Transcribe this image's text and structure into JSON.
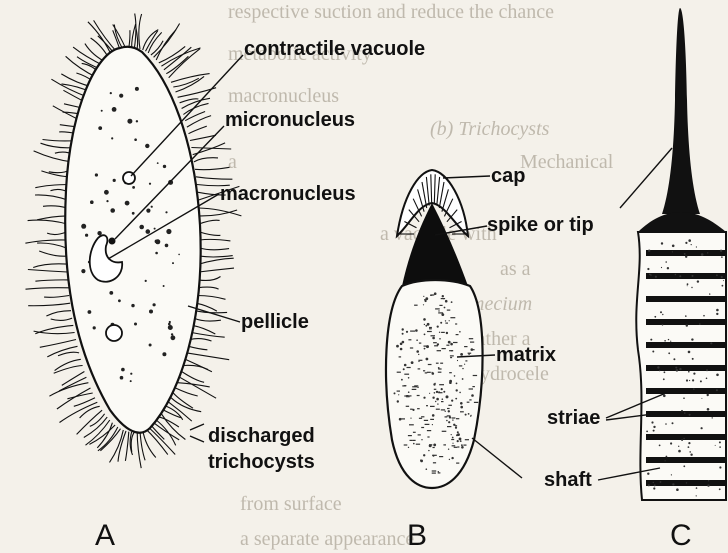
{
  "figure": {
    "labels": {
      "contractile_vacuole": "contractile vacuole",
      "micronucleus": "micronucleus",
      "macronucleus": "macronucleus",
      "pellicle": "pellicle",
      "discharged_line1": "discharged",
      "discharged_line2": "trichocysts",
      "cap": "cap",
      "spike_or_tip": "spike or tip",
      "matrix": "matrix",
      "striae": "striae",
      "shaft": "shaft"
    },
    "panels": {
      "a": "A",
      "b": "B",
      "c": "C"
    },
    "bleed_through": [
      "respective suction and reduce the chance",
      "metabolic activity",
      "macronucleus",
      "(b) Trichocysts",
      "a",
      "Mechanical",
      "a vacuole with",
      "as a",
      "Paramecium",
      "rather a",
      "hydrocele",
      "from surface",
      "a separate appearance"
    ]
  },
  "colors": {
    "ink": "#111111",
    "paper": "#f4f1ea",
    "bleed": "#bfb9ad"
  }
}
